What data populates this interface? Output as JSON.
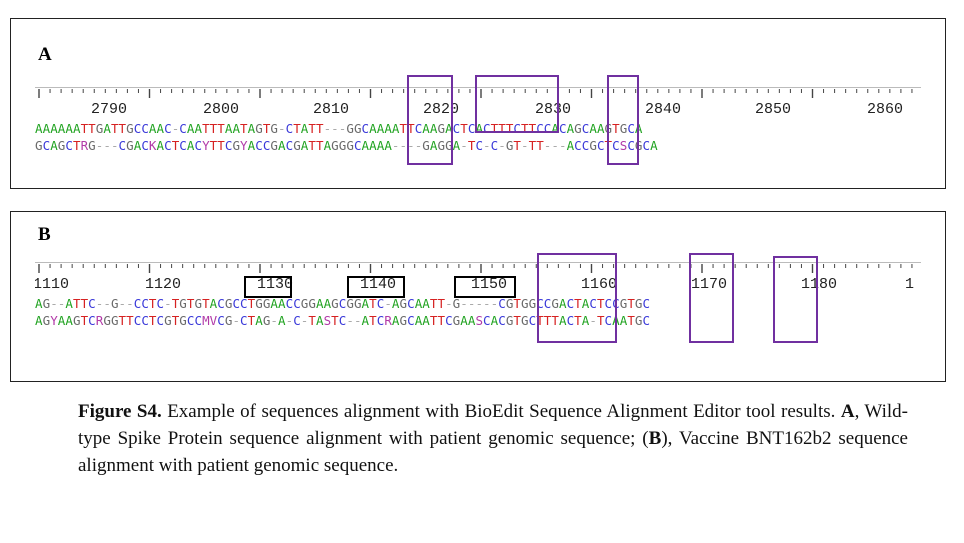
{
  "panels": [
    {
      "label": "A",
      "ruler_numbers": [
        "2790",
        "2800",
        "2810",
        "2820",
        "2830",
        "2840",
        "2850",
        "2860"
      ],
      "seq1": "AAAAAATTGATTGCCAAC-CAATTTAATAGTG-CTATT---GGCAAAATTCAAGACTCACTTTCTTCCACAGCAAGTGCA",
      "seq2": "GCAGCTRG---CGACKACTCACYTTCGYACCGACGATTAGGGCAAAA----GAGGA-TC-C-GT-TT---ACCGCTCSCGCA"
    },
    {
      "label": "B",
      "ruler_numbers": [
        "1110",
        "1120",
        "1130",
        "1140",
        "1150",
        "1160",
        "1170",
        "1180",
        "1"
      ],
      "boxed_numbers": [
        "1130",
        "1140",
        "1150"
      ],
      "seq1": "AG--ATTC--G--CCTC-TGTGTACGCCTGGAACCGGAAGCGGATC-AGCAATT-G-----CGTGGCCGACTACTCCGTGC",
      "seq2": "AGYAAGTCRGGTTCCTCGTGCCMVCG-CTAG-A-C-TASTC--ATCRAGCAATTCGAASCACGTGCTTTACTA-TCAATGC"
    }
  ],
  "caption": {
    "figure_label": "Figure S4.",
    "text_1": " Example of sequences alignment with BioEdit Sequence Alignment Editor tool results. ",
    "label_a": "A",
    "text_2": ", Wild-type Spike Protein sequence alignment with patient genomic sequence; (",
    "label_b": "B",
    "text_3": "), Vaccine BNT162b2 sequence alignment with patient genomic sequence."
  }
}
